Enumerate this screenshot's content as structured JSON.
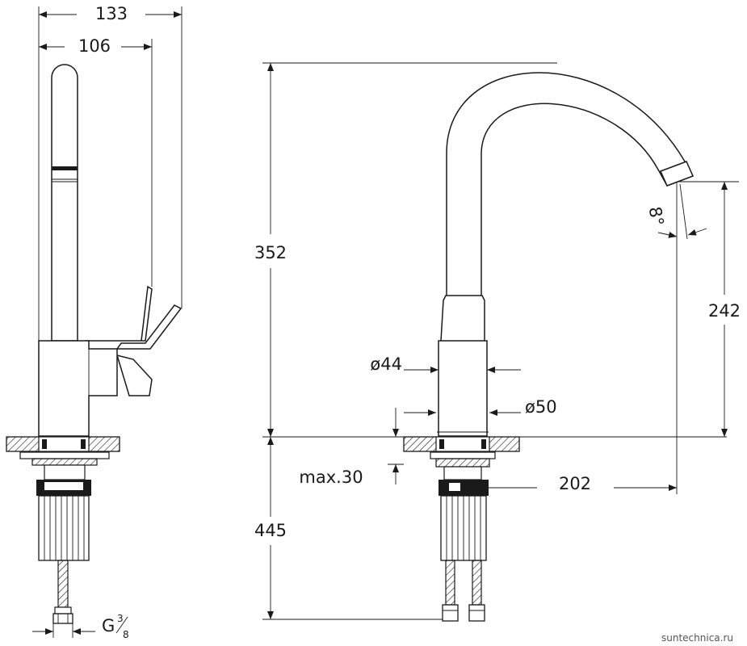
{
  "dimensions": {
    "overall_depth": "133",
    "spout_depth": "106",
    "height_total": "352",
    "spout_clearance": "242",
    "body_dia": "ø44",
    "base_dia": "ø50",
    "max_deck": "max.30",
    "reach": "202",
    "hose_length": "445",
    "thread": "G",
    "thread_num": "3",
    "thread_den": "8",
    "angle": "8°"
  },
  "watermark": "suntechnica.ru"
}
